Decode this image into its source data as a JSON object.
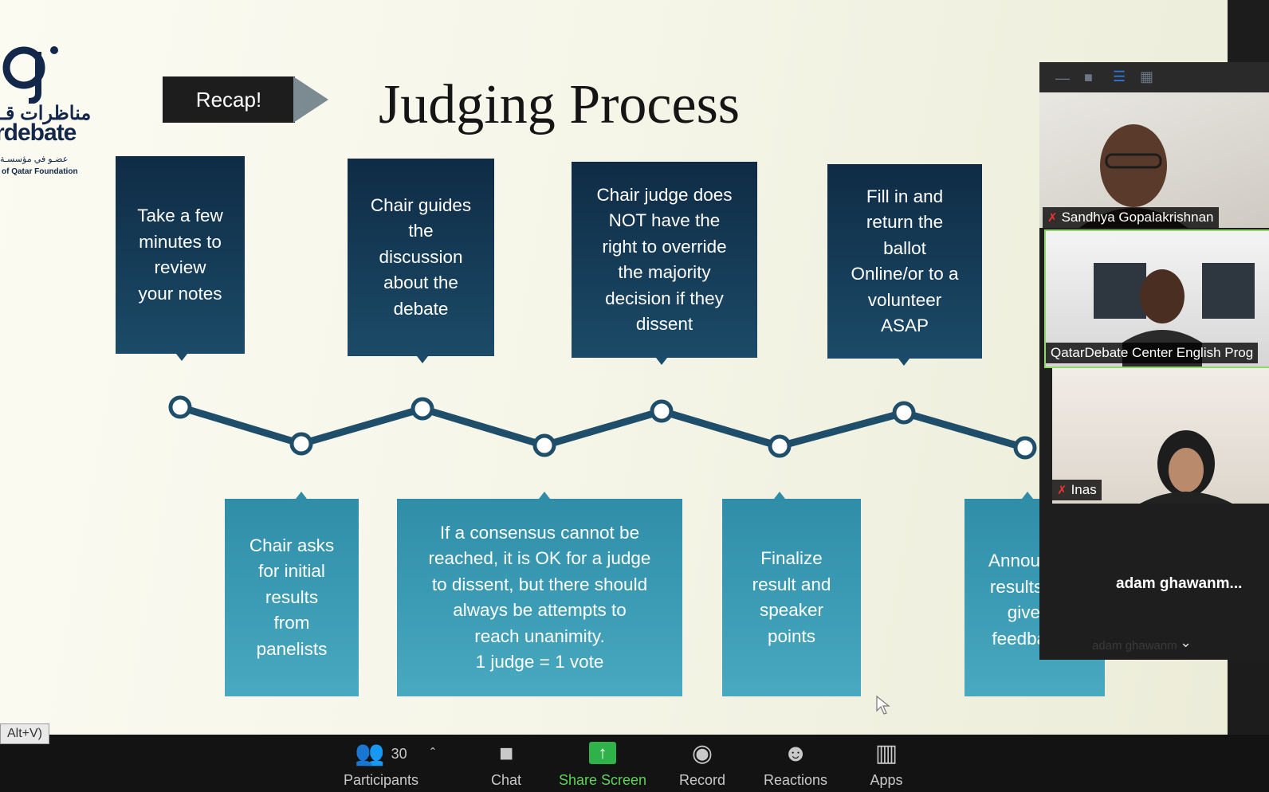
{
  "slide": {
    "logo": {
      "arabic": "مناظرات قـ",
      "english": "rdebate",
      "sub_arabic": "عضـو في مؤسسـة",
      "sub": "of Qatar Foundation"
    },
    "recap_label": "Recap!",
    "title": "Judging Process",
    "top_steps": [
      [
        "Take a few",
        "minutes to",
        "review",
        "your notes"
      ],
      [
        "Chair guides",
        "the",
        "discussion",
        "about the",
        "debate"
      ],
      [
        "Chair judge does",
        "NOT have the",
        "right to override",
        "the majority",
        "decision if they",
        "dissent"
      ],
      [
        "Fill in and",
        "return the",
        "ballot",
        "Online/or to a",
        "volunteer",
        "ASAP"
      ]
    ],
    "bottom_steps": [
      [
        "Chair asks",
        "for initial",
        "results",
        "from",
        "panelists"
      ],
      [
        "If a consensus cannot be",
        "reached, it is OK for a judge",
        "to dissent, but there should",
        "always be attempts to",
        "reach unanimity.",
        "1 judge = 1 vote"
      ],
      [
        "Finalize",
        "result and",
        "speaker",
        "points"
      ],
      [
        "Announc",
        "results a",
        "give",
        "feedbac"
      ]
    ],
    "colors": {
      "dark_box": "#15395a",
      "light_box": "#3a9bb5",
      "timeline": "#1f4e6b"
    }
  },
  "participants": {
    "tiles": [
      {
        "name": "Sandhya Gopalakrishnan",
        "muted": true
      },
      {
        "name": "QatarDebate Center English Prog",
        "muted": false
      },
      {
        "name": "Inas",
        "muted": true
      },
      {
        "name": "adam  ghawanm...",
        "muted": false
      }
    ],
    "faint_name": "adam ghawanm"
  },
  "toolbar": {
    "hint": "Alt+V)",
    "participants_label": "Participants",
    "participants_count": "30",
    "chat_label": "Chat",
    "share_label": "Share Screen",
    "record_label": "Record",
    "reactions_label": "Reactions",
    "apps_label": "Apps"
  }
}
